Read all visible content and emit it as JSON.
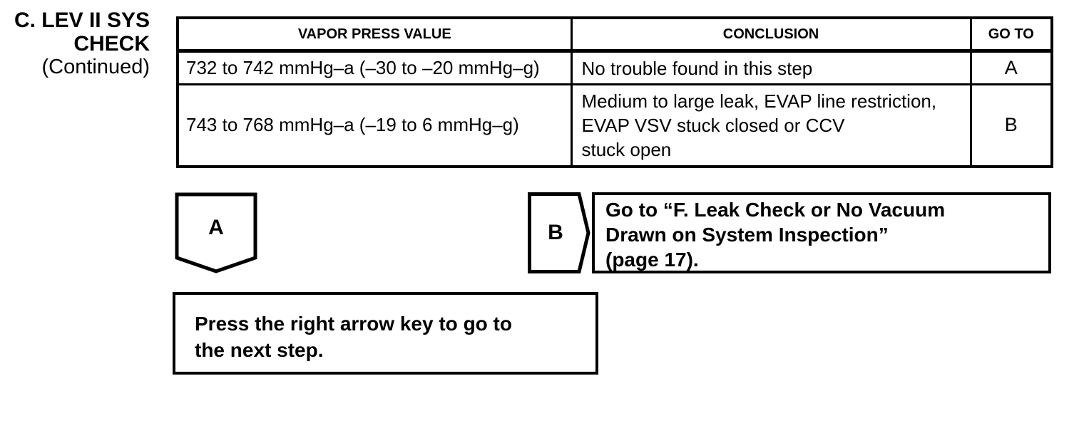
{
  "page": {
    "background_color": "#ffffff",
    "ink_color": "#000000"
  },
  "heading": {
    "line1": "C. LEV II SYS",
    "line2": "CHECK",
    "line3": "(Continued)"
  },
  "table": {
    "columns": [
      "VAPOR PRESS VALUE",
      "CONCLUSION",
      "GO TO"
    ],
    "rows": [
      {
        "vapor_press_value": "732 to 742 mmHg–a (–30 to –20 mmHg–g)",
        "conclusion": "No trouble found in this step",
        "go_to": "A"
      },
      {
        "vapor_press_value": "743 to 768 mmHg–a (–19 to 6 mmHg–g)",
        "conclusion": "Medium to large leak, EVAP line restriction,\nEVAP VSV stuck closed or CCV\nstuck open",
        "go_to": "B"
      }
    ]
  },
  "connectors": {
    "a": {
      "label": "A"
    },
    "b": {
      "label": "B",
      "action": "Go to “F. Leak Check or No Vacuum\nDrawn on System Inspection”\n(page 17)."
    }
  },
  "instruction": {
    "text": "Press the right arrow key to go to\nthe next step."
  }
}
